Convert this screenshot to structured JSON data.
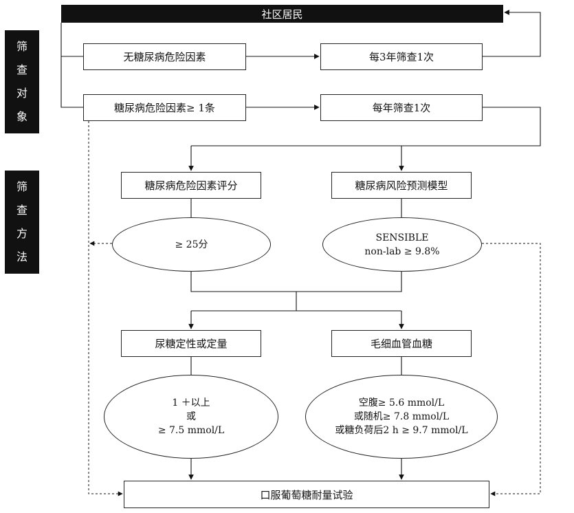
{
  "top": "社区居民",
  "side_labels": {
    "target": [
      "筛",
      "查",
      "对",
      "象"
    ],
    "method": [
      "筛",
      "查",
      "方",
      "法"
    ]
  },
  "boxes": {
    "no_risk": "无糖尿病危险因素",
    "every3": "每3年筛查1次",
    "has_risk": "糖尿病危险因素≥ 1条",
    "every1": "每年筛查1次",
    "risk_score": "糖尿病危险因素评分",
    "risk_model": "糖尿病风险预测模型",
    "urine": "尿糖定性或定量",
    "capillary": "毛细血管血糖",
    "ogtt": "口服葡萄糖耐量试验"
  },
  "ellipses": {
    "score": [
      "≥ 25分"
    ],
    "sensible": [
      "SENSIBLE",
      "non-lab ≥ 9.8%"
    ],
    "urine_result": [
      "1 ＋以上",
      "或",
      "≥ 7.5 mmol/L"
    ],
    "glucose_result": [
      "空腹≥ 5.6 mmol/L",
      "或随机≥ 7.8 mmol/L",
      "或糖负荷后2 h ≥ 9.7 mmol/L"
    ]
  }
}
